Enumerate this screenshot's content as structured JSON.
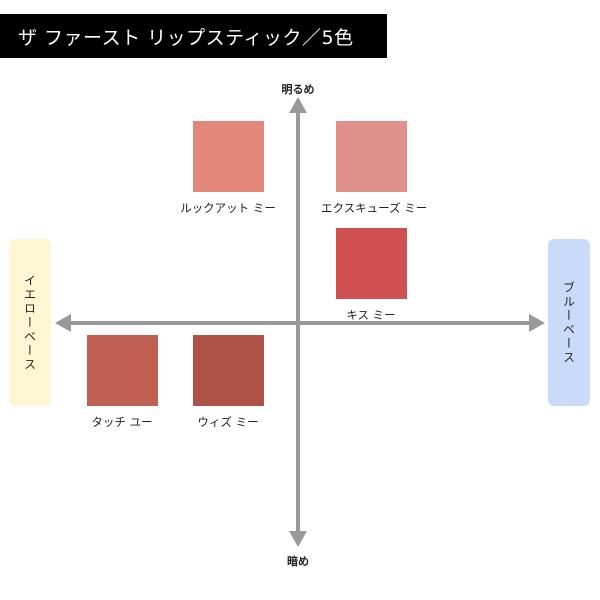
{
  "title": "ザ ファースト リップスティック／5色",
  "axes": {
    "top_label": "明るめ",
    "bottom_label": "暗め",
    "left_label": "イエローベース",
    "right_label": "ブルーベース",
    "axis_color": "#999999"
  },
  "poles": {
    "left_color": "#FFF6D3",
    "right_color": "#CADBF9"
  },
  "swatches": [
    {
      "label": "ルックアット ミー",
      "color": "#E2877A"
    },
    {
      "label": "エクスキューズ ミー",
      "color": "#E0908A"
    },
    {
      "label": "キス ミー",
      "color": "#D05052"
    },
    {
      "label": "タッチ ユー",
      "color": "#BF6052"
    },
    {
      "label": "ウィズ ミー",
      "color": "#AE5247"
    }
  ]
}
